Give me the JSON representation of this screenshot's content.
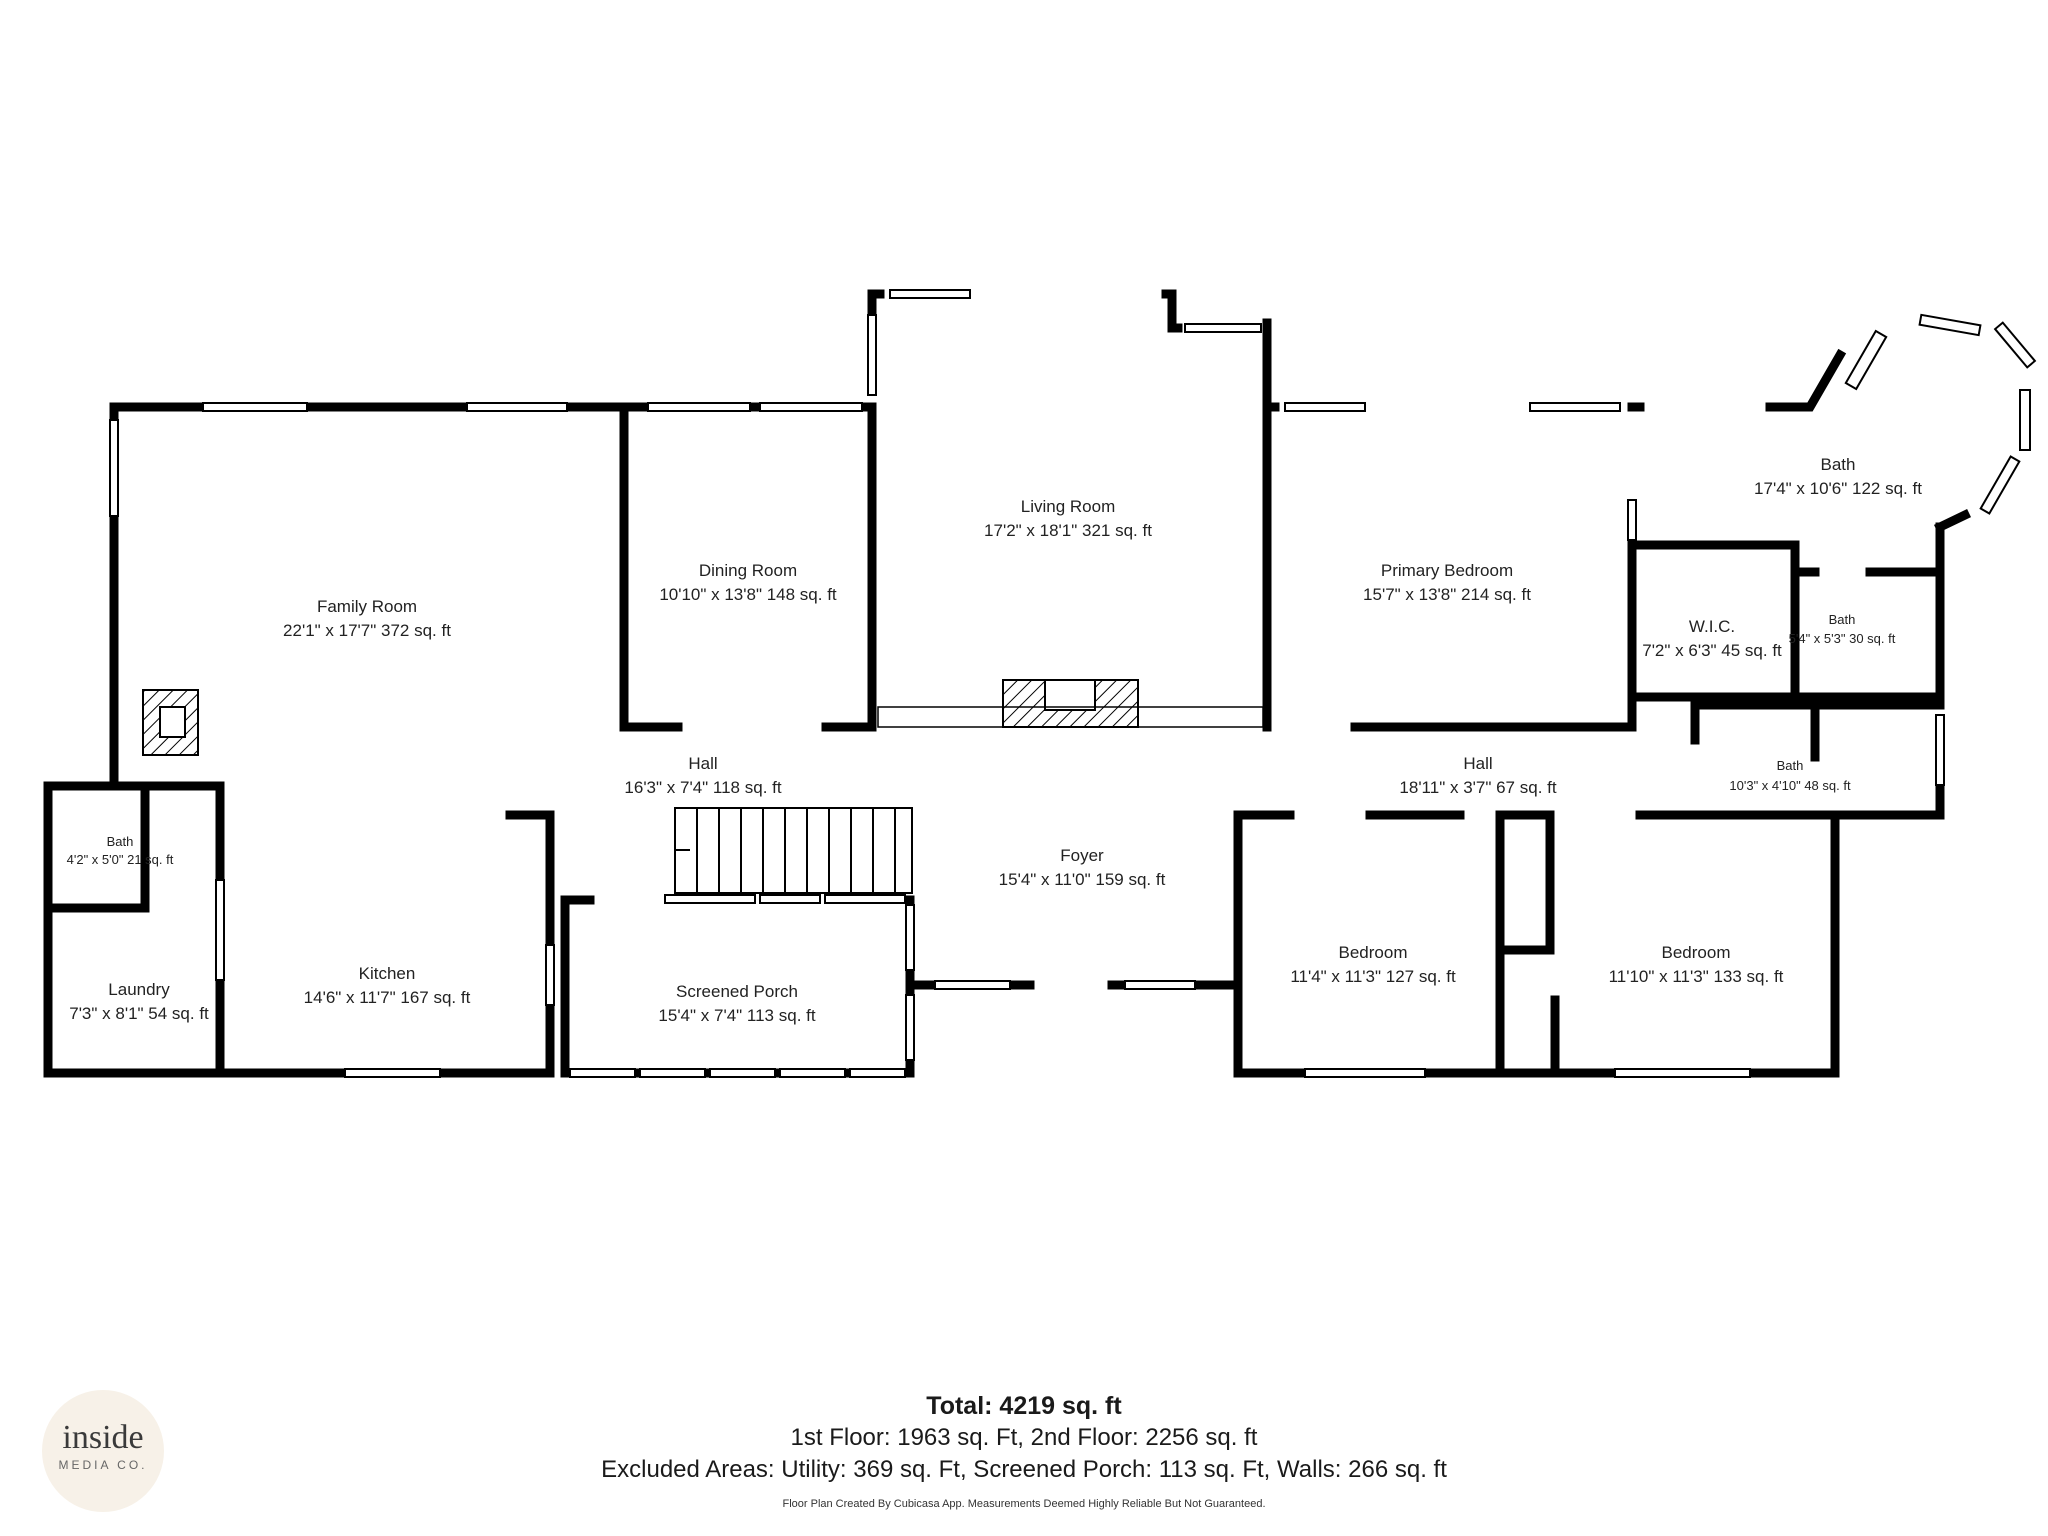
{
  "rooms": [
    {
      "name": "Family Room",
      "dims": "22'1\" x 17'7\" 372 sq. ft"
    },
    {
      "name": "Dining Room",
      "dims": "10'10\" x 13'8\" 148 sq. ft"
    },
    {
      "name": "Living Room",
      "dims": "17'2\" x 18'1\" 321 sq. ft"
    },
    {
      "name": "Primary Bedroom",
      "dims": "15'7\" x 13'8\" 214 sq. ft"
    },
    {
      "name": "Bath",
      "dims": "17'4\" x 10'6\" 122 sq. ft"
    },
    {
      "name": "W.I.C.",
      "dims": "7'2\" x 6'3\" 45 sq. ft"
    },
    {
      "name": "Bath",
      "dims": "5'4\" x 5'3\" 30 sq. ft"
    },
    {
      "name": "Hall",
      "dims": "16'3\" x 7'4\" 118 sq. ft"
    },
    {
      "name": "Hall",
      "dims": "18'11\" x 3'7\" 67 sq. ft"
    },
    {
      "name": "Bath",
      "dims": "10'3\" x 4'10\" 48 sq. ft"
    },
    {
      "name": "Bath",
      "dims": "4'2\" x 5'0\" 21 sq. ft"
    },
    {
      "name": "Foyer",
      "dims": "15'4\" x 11'0\" 159 sq. ft"
    },
    {
      "name": "Laundry",
      "dims": "7'3\" x 8'1\" 54 sq. ft"
    },
    {
      "name": "Kitchen",
      "dims": "14'6\" x 11'7\" 167 sq. ft"
    },
    {
      "name": "Screened Porch",
      "dims": "15'4\" x 7'4\" 113 sq. ft"
    },
    {
      "name": "Bedroom",
      "dims": "11'4\" x 11'3\" 127 sq. ft"
    },
    {
      "name": "Bedroom",
      "dims": "11'10\" x 11'3\" 133 sq. ft"
    }
  ],
  "summary": {
    "total": "Total: 4219 sq. ft",
    "floors": "1st Floor: 1963 sq. Ft, 2nd Floor: 2256 sq. ft",
    "excluded": "Excluded Areas: Utility: 369 sq. Ft, Screened Porch: 113 sq. Ft, Walls: 266 sq. ft",
    "disclaimer": "Floor Plan Created By Cubicasa App. Measurements Deemed Highly Reliable But Not Guaranteed."
  },
  "logo": {
    "brand": "inside",
    "sub": "MEDIA CO."
  },
  "colors": {
    "wall": "#000000",
    "window": "#ffffff",
    "logo_bg": "#f7f1e8"
  }
}
